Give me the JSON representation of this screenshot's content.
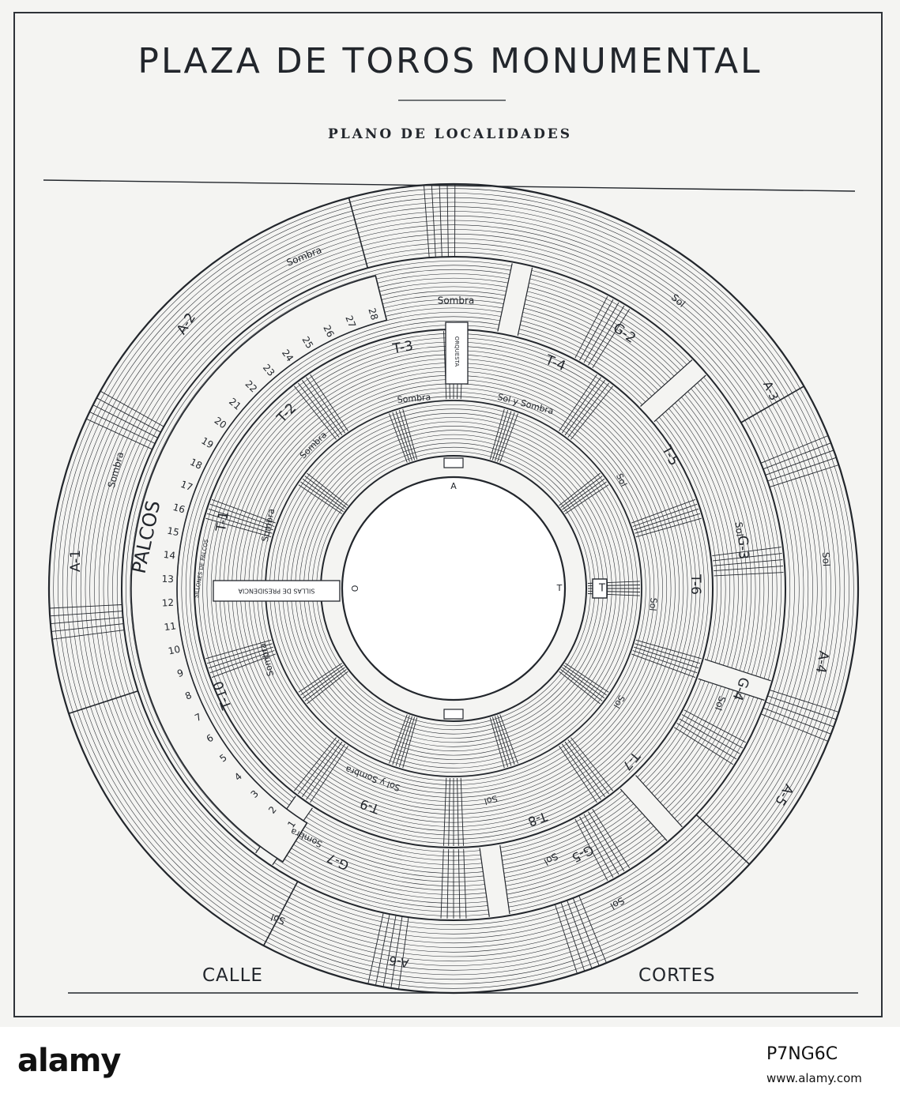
{
  "title": "PLAZA DE TOROS MONUMENTAL",
  "subtitle": "PLANO DE LOCALIDADES",
  "streets": [
    "CALLE",
    "CORTES"
  ],
  "labels": {
    "sombra": "Sombra",
    "sol": "Sol",
    "sol_y_sombra": "Sol y Sombra",
    "palcos": "PALCOS",
    "orquesta": "ORQUESTA",
    "sillones": "SILLONES DE PALCOS",
    "presidencia": "SILLAS DE PRESIDENCIA",
    "ring_a": "A",
    "ring_o": "O",
    "ring_t": "T"
  },
  "sections": {
    "A_outer": [
      "A-1",
      "A-2",
      "A-3",
      "A-4",
      "A-5",
      "A-6"
    ],
    "G_gradas": [
      "G-2",
      "G-3",
      "G-4",
      "G-5",
      "G-7"
    ],
    "T_tendidos": [
      "T-1",
      "T-2",
      "T-3",
      "T-4",
      "T-5",
      "T-6",
      "T-7",
      "T-8",
      "T-9",
      "T-10"
    ]
  },
  "palcos_numbers": [
    "1",
    "2",
    "3",
    "4",
    "5",
    "6",
    "7",
    "8",
    "9",
    "10",
    "11",
    "12",
    "13",
    "14",
    "15",
    "16",
    "17",
    "18",
    "19",
    "20",
    "21",
    "22",
    "23",
    "24",
    "25",
    "26",
    "27",
    "28"
  ],
  "watermark": {
    "logo": "alamy",
    "code": "P7NG6C",
    "url": "www.alamy.com"
  },
  "colors": {
    "ink": "#22262c",
    "paper": "#f4f4f2"
  }
}
